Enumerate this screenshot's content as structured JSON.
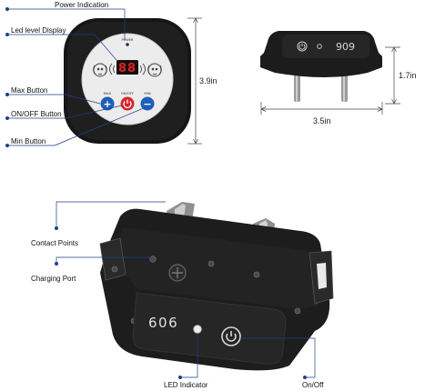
{
  "callouts": {
    "power_indication": "Power Indication",
    "led_level_display": "Led level Display",
    "max_button": "Max Button",
    "onoff_button": "ON/OFF Button",
    "min_button": "Min Button",
    "contact_points": "Contact Points",
    "charging_port": "Charging Port",
    "led_indicator": "LED Indicator",
    "on_off": "On/Off"
  },
  "transmitter": {
    "power_label": "POWER",
    "display_value": "88",
    "max_label": "MAX",
    "onoff_label": "ON/OFF",
    "min_label": "MIN",
    "plus_symbol": "+",
    "minus_symbol": "−",
    "height_dim": "3.9in"
  },
  "collar_top": {
    "model": "909",
    "height_dim": "1.7in",
    "width_dim": "3.5in"
  },
  "collar_main": {
    "model": "606"
  },
  "colors": {
    "callout_line": "#1e3f8a",
    "device_body": "#1b1b1b",
    "face_panel": "#ececec",
    "led_red": "#e0201a",
    "button_blue": "#1f5fb8",
    "button_red": "#d8232a"
  }
}
